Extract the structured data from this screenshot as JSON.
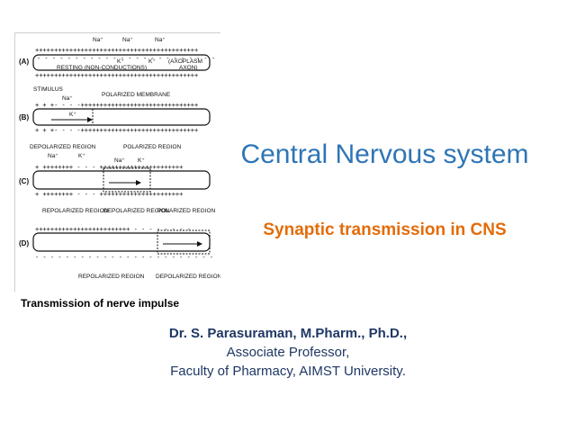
{
  "slide": {
    "title": "Central Nervous system",
    "subtitle": "Synaptic transmission in CNS",
    "caption": "Transmission of nerve impulse",
    "author": {
      "name": "Dr. S. Parasuraman, M.Pharm., Ph.D.,",
      "role": "Associate Professor,",
      "affiliation": "Faculty of Pharmacy,  AIMST University."
    }
  },
  "figure": {
    "panel_labels": [
      "(A)",
      "(B)",
      "(C)",
      "(D)"
    ],
    "ions": {
      "na": "Na⁺",
      "k": "K⁺"
    },
    "labels": {
      "resting": "RESTING (NON-CONDUCTIONS)",
      "axoplasm": "(AXOPLASM",
      "axon": "AXON)",
      "stimulus": "STIMULUS",
      "polarized_membrane": "POLARIZED MEMBRANE",
      "depolarized_region": "DEPOLARIZED REGION",
      "polarized_region": "POLARIZED REGION",
      "repolarized_region": "REPOLARIZED REGION",
      "depolarized": "DEPOLARIZED REGION",
      "polarized": "POLARIZED REGION"
    }
  },
  "colors": {
    "title": "#2e75b6",
    "subtitle": "#e36c09",
    "author": "#1f3864"
  }
}
